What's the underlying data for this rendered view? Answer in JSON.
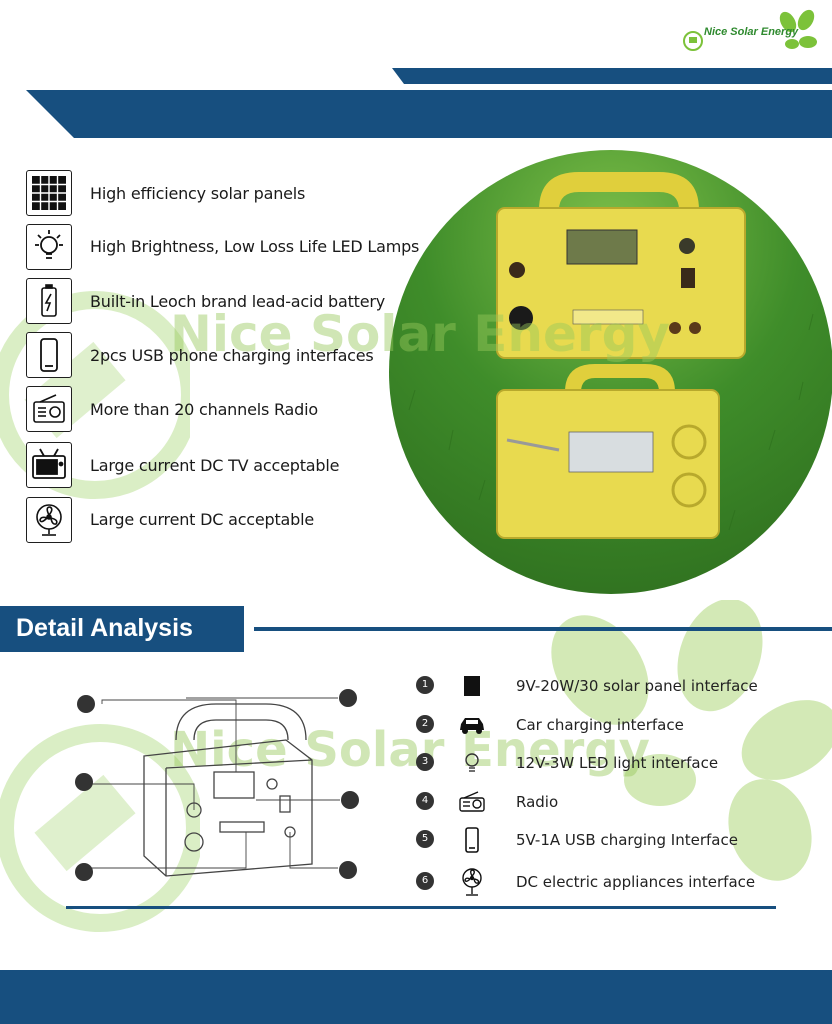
{
  "logo": {
    "text": "Nice Solar Energy"
  },
  "watermark": {
    "text": "Nice Solar Energy"
  },
  "features": [
    {
      "icon": "solar-panel-icon",
      "label": "High efficiency solar panels"
    },
    {
      "icon": "light-bulb-icon",
      "label": "High Brightness, Low Loss Life LED Lamps"
    },
    {
      "icon": "battery-icon",
      "label": "Built-in Leoch brand lead-acid battery"
    },
    {
      "icon": "phone-icon",
      "label": "2pcs USB phone charging interfaces"
    },
    {
      "icon": "radio-icon",
      "label": "More than 20 channels Radio"
    },
    {
      "icon": "tv-icon",
      "label": "Large current DC TV acceptable"
    },
    {
      "icon": "fan-icon",
      "label": "Large current DC acceptable"
    }
  ],
  "section": {
    "title": "Detail Analysis"
  },
  "legend": [
    {
      "num": "1",
      "icon": "solar-panel-icon",
      "label": "9V-20W/30 solar panel interface"
    },
    {
      "num": "2",
      "icon": "car-icon",
      "label": "Car charging interface"
    },
    {
      "num": "3",
      "icon": "light-bulb-icon",
      "label": "12V-3W LED light interface"
    },
    {
      "num": "4",
      "icon": "radio-icon",
      "label": "Radio"
    },
    {
      "num": "5",
      "icon": "phone-icon",
      "label": "5V-1A USB charging Interface"
    },
    {
      "num": "6",
      "icon": "fan-icon",
      "label": "DC electric appliances interface"
    }
  ],
  "colors": {
    "brand_blue": "#174f7f",
    "leaf_green": "#8cc63f",
    "device_yellow": "#e6d84a"
  }
}
